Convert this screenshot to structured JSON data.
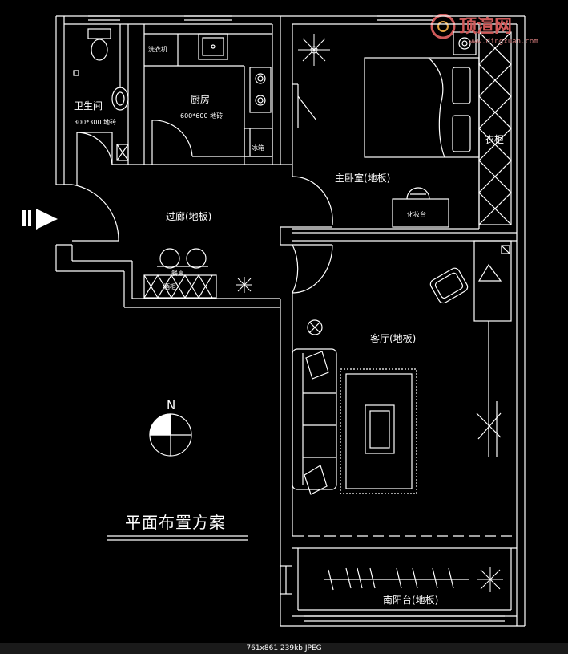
{
  "watermark": {
    "text": "顶渲网",
    "url": "www.dingxuan.com"
  },
  "rooms": {
    "bathroom": "卫生间",
    "bathroom_tile": "300*300 地砖",
    "kitchen": "厨房",
    "kitchen_tile": "600*600 地砖",
    "washer": "洗衣机",
    "fridge": "冰箱",
    "master_bedroom": "主卧室(地板)",
    "wardrobe": "衣柜",
    "vanity": "化妆台",
    "corridor": "过廊(地板)",
    "cabinet_top": "餐桌",
    "cabinet_low": "酒柜",
    "living_room": "客厅(地板)",
    "south_balcony": "南阳台(地板)"
  },
  "compass": "N",
  "plan_title": "平面布置方案",
  "status": "761x861 239kb JPEG",
  "colors": {
    "background": "#000000",
    "lines": "#ffffff",
    "watermark": "#d05a5a"
  }
}
